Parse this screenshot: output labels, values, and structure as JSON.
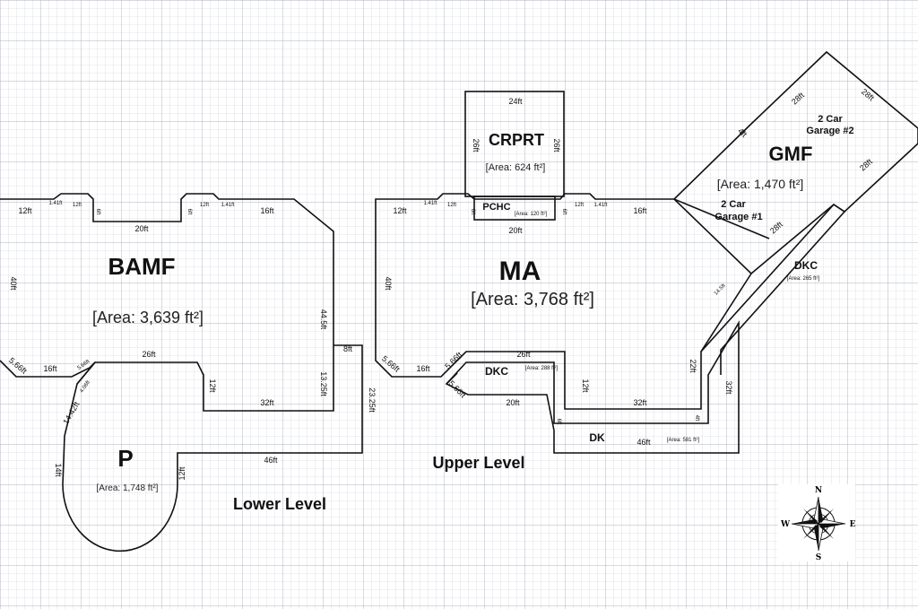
{
  "levels": {
    "lower": "Lower Level",
    "upper": "Upper Level"
  },
  "rooms": {
    "bamf": {
      "name": "BAMF",
      "area": "[Area: 3,639 ft²]"
    },
    "patio": {
      "name": "P",
      "area": "[Area: 1,748 ft²]"
    },
    "ma": {
      "name": "MA",
      "area": "[Area: 3,768 ft²]"
    },
    "crprt": {
      "name": "CRPRT",
      "area": "[Area: 624 ft²]"
    },
    "pchc": {
      "name": "PCHC",
      "area": "[Area: 120 ft²]"
    },
    "gmf": {
      "name": "GMF",
      "area": "[Area: 1,470 ft²]"
    },
    "garage1": {
      "line1": "2 Car",
      "line2": "Garage #1"
    },
    "garage2": {
      "line1": "2 Car",
      "line2": "Garage #2"
    },
    "dkc_right": {
      "name": "DKC",
      "area": "[Area: 265 ft²]"
    },
    "dkc_lower": {
      "name": "DKC",
      "area": "[Area: 288 ft²]"
    },
    "dk": {
      "name": "DK",
      "area": "[Area: 581 ft²]"
    }
  },
  "dimensions": {
    "bamf": {
      "top_left": "12ft",
      "d1": "1.41ft",
      "d2": "12ft",
      "d3": "6ft",
      "mid_top": "20ft",
      "d4": "6ft",
      "d5": "12ft",
      "d6": "1.41ft",
      "top_right": "16ft",
      "left": "40ft",
      "right": "44.5ft",
      "bottom_diag": "5.66ft",
      "bottom_left": "16ft",
      "inner_diag": "5.66ft",
      "inner_top": "26ft",
      "inner_step": "12ft",
      "inner_bottom": "32ft",
      "inner_right": "13.25ft"
    },
    "patio": {
      "diag": "14.42ft",
      "diag_small": "4.06ft",
      "left": "14ft",
      "right": "12ft",
      "bottom": "46ft",
      "right_outer": "23.25ft",
      "step": "8ft"
    },
    "ma": {
      "top_left": "12ft",
      "d1": "1.41ft",
      "d2": "12ft",
      "d3": "6ft",
      "mid_top": "20ft",
      "d4": "6ft",
      "d5": "12ft",
      "d6": "1.41ft",
      "top_right": "16ft",
      "left": "40ft",
      "bottom_diag": "5.66ft",
      "bottom_left": "16ft",
      "inner_diag": "5.66ft",
      "inner_top": "26ft",
      "inner_step": "12ft",
      "inner_bottom": "32ft",
      "right_drop": "22ft",
      "inner_step2": "4ft",
      "diag_seg": "14.5ft"
    },
    "crprt": {
      "top": "24ft",
      "left": "26ft",
      "right": "26ft"
    },
    "gmf": {
      "top1": "28ft",
      "top2": "28ft",
      "right": "28ft",
      "left_small": "4ft",
      "inner": "28ft"
    },
    "deck": {
      "diag": "5.66ft",
      "bottom_top": "20ft",
      "bottom": "46ft",
      "right": "32ft",
      "small": "6ft"
    }
  },
  "compass": {
    "n": "N",
    "s": "S",
    "e": "E",
    "w": "W"
  }
}
